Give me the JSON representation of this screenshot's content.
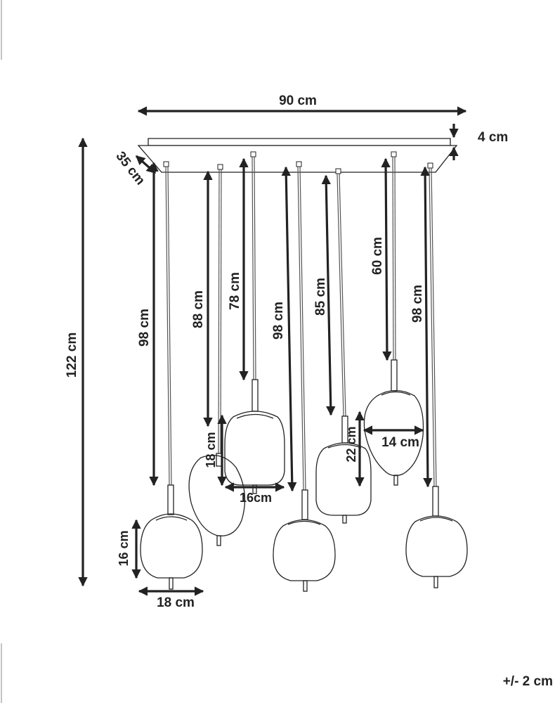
{
  "diagram": {
    "subject": "pendant-lamp-dimension-drawing",
    "colors": {
      "line": "#222222",
      "wire": "#555555",
      "background": "#ffffff"
    },
    "dimensions": {
      "width": "90 cm",
      "canopy_height": "4 cm",
      "canopy_depth": "35 cm",
      "total_height": "122 cm",
      "wire_1": "98 cm",
      "wire_2": "88 cm",
      "wire_3": "78 cm",
      "wire_4": "98 cm",
      "wire_5": "85 cm",
      "wire_6": "60 cm",
      "wire_7": "98 cm",
      "shade_1_height": "16 cm",
      "shade_1_width": "18 cm",
      "shade_3_height": "18 cm",
      "shade_3_width": "16cm",
      "shade_5_height": "22 cm",
      "shade_6_width": "14 cm",
      "tolerance": "+/- 2 cm"
    }
  }
}
